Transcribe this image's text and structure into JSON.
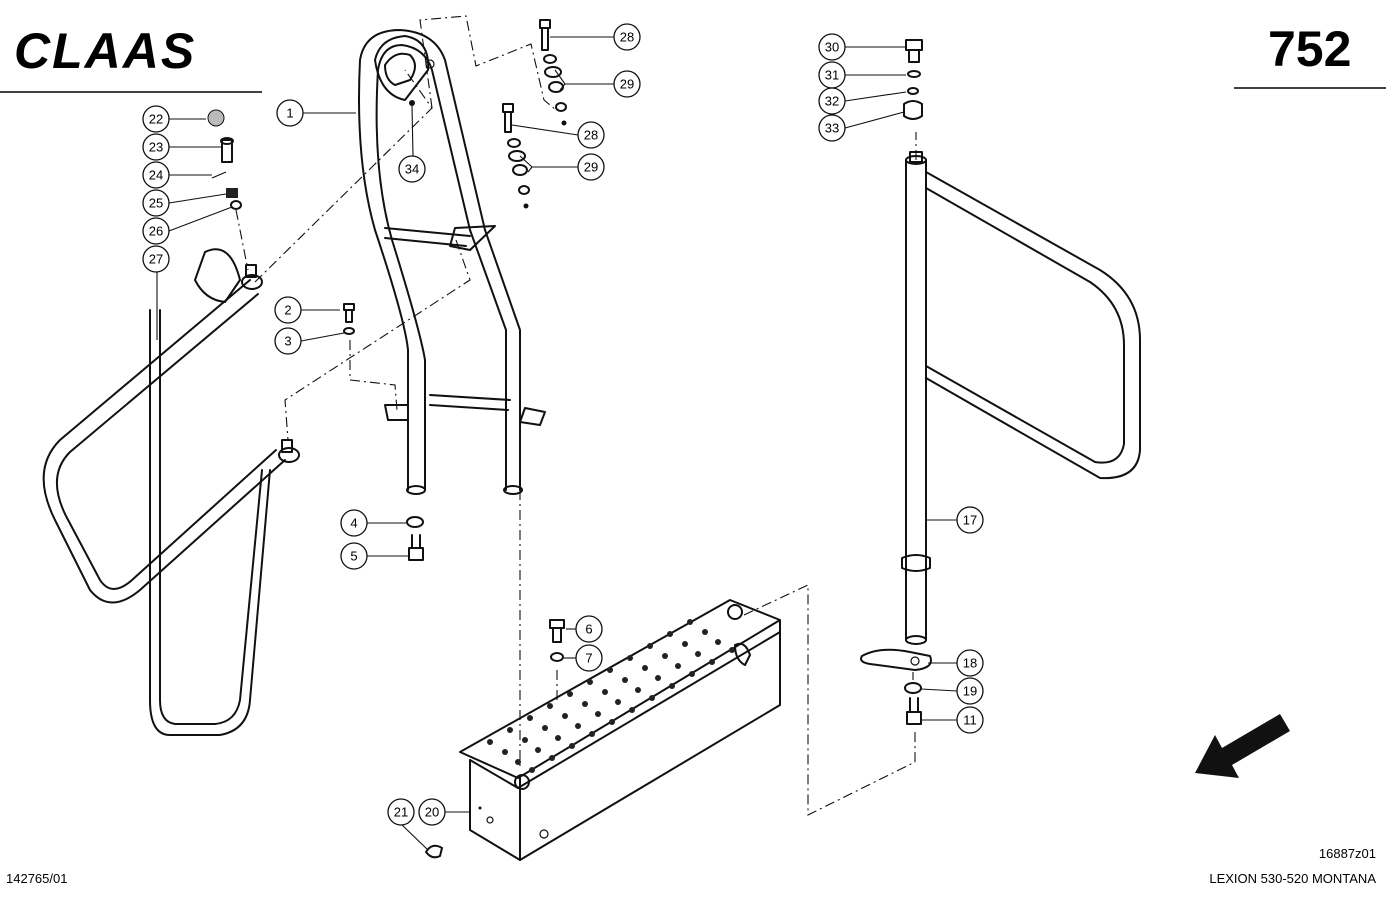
{
  "header": {
    "brand": "CLAAS",
    "page_number": "752"
  },
  "footer": {
    "drawing_id": "142765/01",
    "figure_ref": "16887z01",
    "model": "LEXION 530-520 MONTANA"
  },
  "callouts": [
    {
      "id": "c1",
      "label": "1"
    },
    {
      "id": "c2",
      "label": "2"
    },
    {
      "id": "c3",
      "label": "3"
    },
    {
      "id": "c4",
      "label": "4"
    },
    {
      "id": "c5",
      "label": "5"
    },
    {
      "id": "c6",
      "label": "6"
    },
    {
      "id": "c7",
      "label": "7"
    },
    {
      "id": "c11",
      "label": "11"
    },
    {
      "id": "c17",
      "label": "17"
    },
    {
      "id": "c18",
      "label": "18"
    },
    {
      "id": "c19",
      "label": "19"
    },
    {
      "id": "c20",
      "label": "20"
    },
    {
      "id": "c21",
      "label": "21"
    },
    {
      "id": "c22",
      "label": "22"
    },
    {
      "id": "c23",
      "label": "23"
    },
    {
      "id": "c24",
      "label": "24"
    },
    {
      "id": "c25",
      "label": "25"
    },
    {
      "id": "c26",
      "label": "26"
    },
    {
      "id": "c27",
      "label": "27"
    },
    {
      "id": "c28a",
      "label": "28"
    },
    {
      "id": "c28b",
      "label": "28"
    },
    {
      "id": "c29a",
      "label": "29"
    },
    {
      "id": "c29b",
      "label": "29"
    },
    {
      "id": "c30",
      "label": "30"
    },
    {
      "id": "c31",
      "label": "31"
    },
    {
      "id": "c32",
      "label": "32"
    },
    {
      "id": "c33",
      "label": "33"
    },
    {
      "id": "c34",
      "label": "34"
    }
  ],
  "icons": {
    "direction_arrow": "direction-arrow-icon"
  }
}
